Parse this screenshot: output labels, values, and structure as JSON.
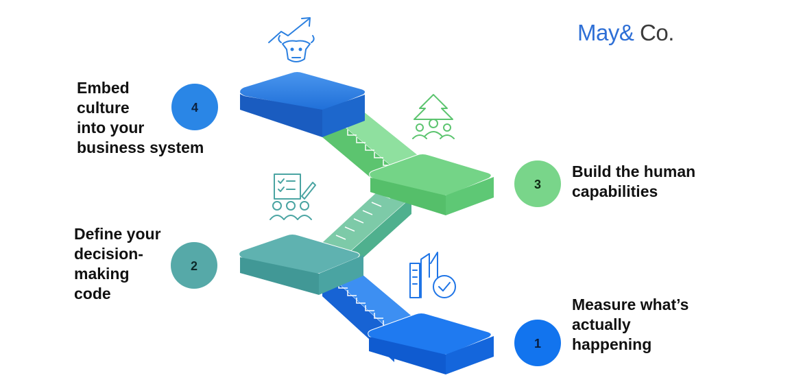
{
  "brand": {
    "name": "May&",
    "suffix": " Co."
  },
  "colors": {
    "step1": "#1673f0",
    "step2": "#52a8a8",
    "step3": "#6cd07f",
    "step4": "#2e7fe0"
  },
  "steps": [
    {
      "number": "1",
      "label": "Measure what’s\nactually\nhappening",
      "icon": "building-check-icon"
    },
    {
      "number": "2",
      "label": "Define your\ndecision-\nmaking\ncode",
      "icon": "checklist-team-icon"
    },
    {
      "number": "3",
      "label": "Build the human\ncapabilities",
      "icon": "tree-people-icon"
    },
    {
      "number": "4",
      "label": "Embed\nculture\ninto your\nbusiness system",
      "icon": "bull-trend-icon"
    }
  ]
}
